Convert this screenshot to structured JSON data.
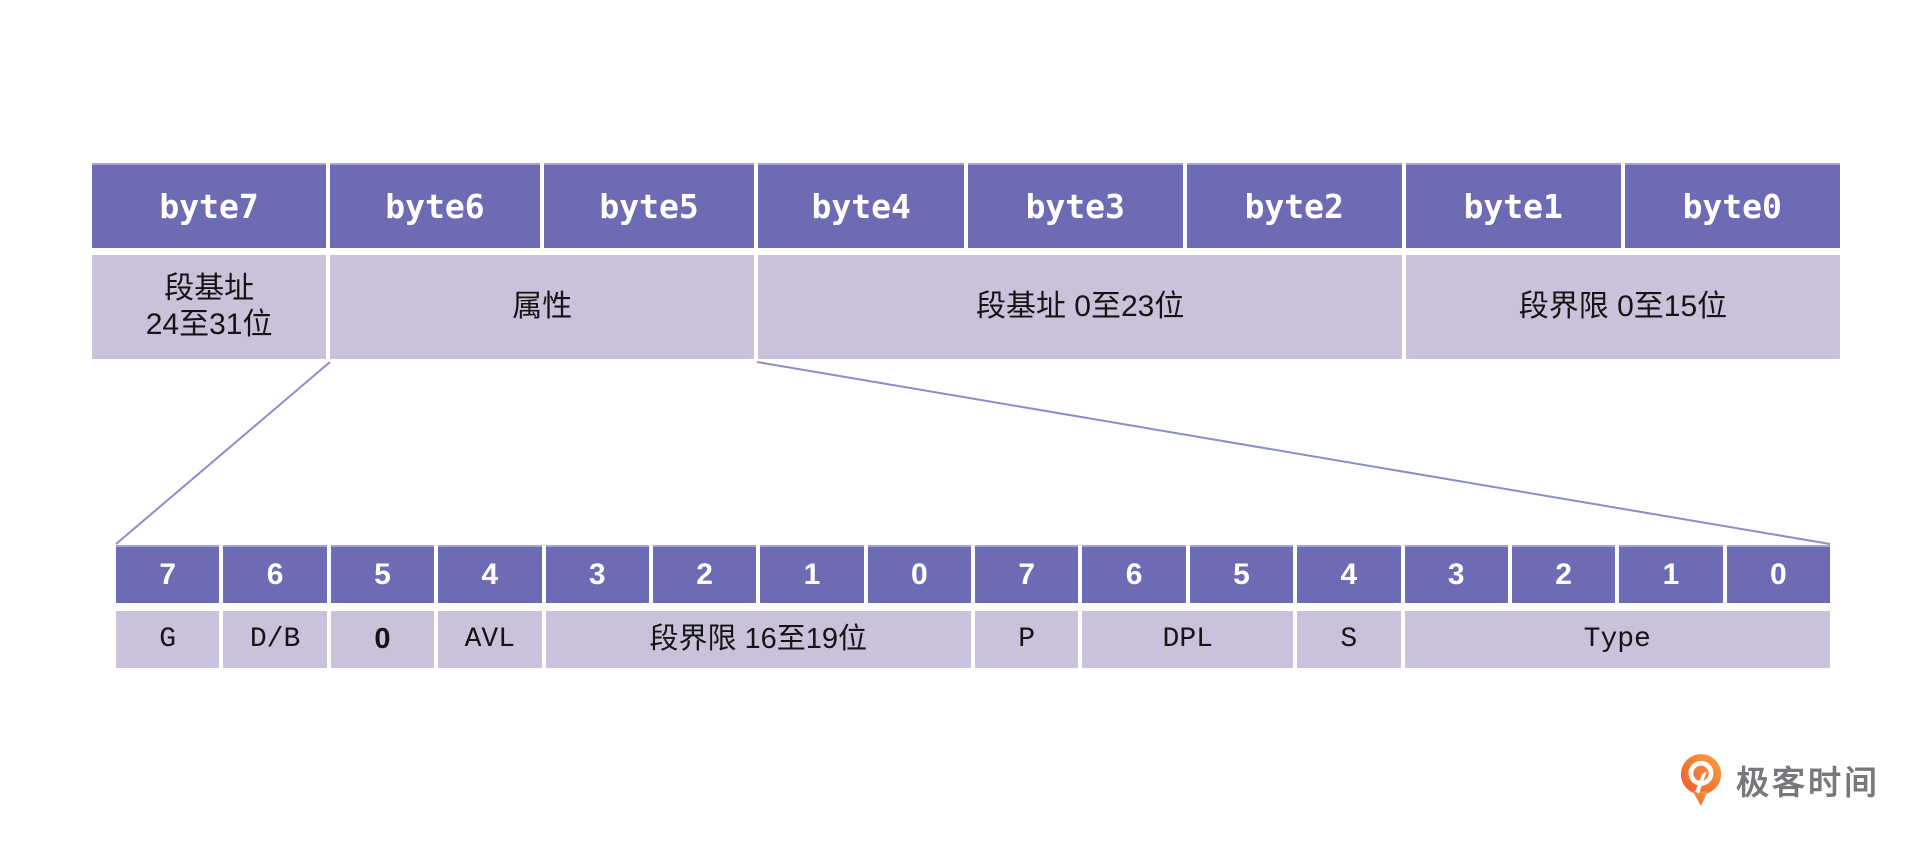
{
  "colors": {
    "header_bg": "#6c6bb3",
    "cell_bg": "#c9c2da",
    "line": "#8c8ccb",
    "logo_orange": "#f4773b",
    "logo_text": "#77787b"
  },
  "byte_table": {
    "headers": [
      "byte7",
      "byte6",
      "byte5",
      "byte4",
      "byte3",
      "byte2",
      "byte1",
      "byte0"
    ],
    "fields": [
      {
        "label": "段基址\n24至31位",
        "spans_bytes": "byte7"
      },
      {
        "label": "属性",
        "spans_bytes": "byte6-byte5"
      },
      {
        "label": "段基址 0至23位",
        "spans_bytes": "byte4-byte2"
      },
      {
        "label": "段界限 0至15位",
        "spans_bytes": "byte1-byte0"
      }
    ]
  },
  "bit_table": {
    "bits": [
      "7",
      "6",
      "5",
      "4",
      "3",
      "2",
      "1",
      "0",
      "7",
      "6",
      "5",
      "4",
      "3",
      "2",
      "1",
      "0"
    ],
    "fields": [
      {
        "label": "G"
      },
      {
        "label": "D/B"
      },
      {
        "label": "0"
      },
      {
        "label": "AVL"
      },
      {
        "label": "段界限 16至19位"
      },
      {
        "label": "P"
      },
      {
        "label": "DPL"
      },
      {
        "label": "S"
      },
      {
        "label": "Type"
      }
    ]
  },
  "logo": {
    "text": "极客时间"
  }
}
